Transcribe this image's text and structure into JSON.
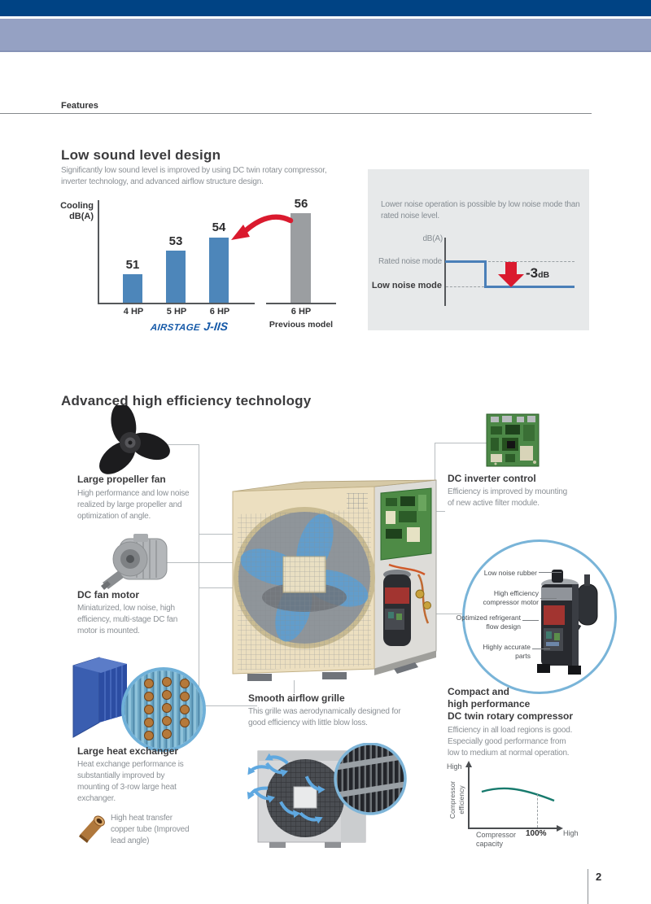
{
  "features_label": "Features",
  "page_number": "2",
  "low_sound": {
    "title": "Low sound level design",
    "intro_lines": [
      "Significantly low sound level is improved by using DC twin rotary compressor,",
      "inverter technology, and advanced airflow structure design."
    ],
    "axis_title_lines": [
      "Cooling",
      "dB(A)"
    ],
    "brand": {
      "name": "AIRSTAGE",
      "model": "J-IIS"
    },
    "previous_model_label": "Previous model",
    "panel": {
      "text_lines": [
        "Lower noise operation is possible by low noise mode than",
        "rated noise level."
      ]
    }
  },
  "chart_data": [
    {
      "type": "bar",
      "title": "Cooling dB(A)",
      "ylabel": "Cooling dB(A)",
      "categories": [
        "4 HP",
        "5 HP",
        "6 HP",
        "6 HP"
      ],
      "values": [
        51,
        53,
        54,
        56
      ],
      "series_groups": [
        "AIRSTAGE J-IIS",
        "Previous model"
      ],
      "bar_colors": [
        "#4d86ba",
        "#4d86ba",
        "#4d86ba",
        "#9b9ea1"
      ],
      "annotation": "red arrow from previous model 56 bar to 54 bar"
    },
    {
      "type": "line",
      "y_axis_label": "dB(A)",
      "levels": [
        "Rated noise mode",
        "Low noise mode"
      ],
      "annotation_value": "-3",
      "annotation_unit": "dB",
      "line_color": "#4a7fb8"
    },
    {
      "type": "line",
      "ylabel_lines": [
        "Compressor",
        "efficiency"
      ],
      "xlabel_lines": [
        "Compressor",
        "capacity"
      ],
      "x_tick": "100%",
      "x_axis_end": "High",
      "y_axis_end": "High",
      "curve_color": "#177a6d",
      "shape": "gently declining efficiency curve passing 100% capacity"
    }
  ],
  "advanced": {
    "title": "Advanced high efficiency technology",
    "propeller": {
      "title": "Large propeller fan",
      "body_lines": [
        "High performance and low noise",
        "realized by large propeller and",
        "optimization of angle."
      ]
    },
    "motor": {
      "title": "DC fan motor",
      "body_lines": [
        "Miniaturized, low noise, high",
        "efficiency, multi-stage DC fan",
        "motor is mounted."
      ]
    },
    "heat_exchanger": {
      "title": "Large heat exchanger",
      "body_lines": [
        "Heat exchange performance is",
        "substantially improved by",
        "mounting of 3-row large heat",
        "exchanger."
      ],
      "note_lines": [
        "High heat transfer",
        "copper tube (Improved",
        "lead angle)"
      ]
    },
    "inverter": {
      "title": "DC inverter control",
      "body_lines": [
        "Efficiency is improved by mounting",
        "of new active filter module."
      ]
    },
    "grille": {
      "title": "Smooth airflow grille",
      "body_lines": [
        "This grille was aerodynamically designed for",
        "good efficiency with little blow loss."
      ]
    },
    "compressor": {
      "title_lines": [
        "Compact and",
        "high performance",
        "DC twin rotary compressor"
      ],
      "body_lines": [
        "Efficiency in all load regions is good.",
        "Especially good performance from",
        "low to medium at normal operation."
      ],
      "labels": [
        [
          "Low noise rubber"
        ],
        [
          "High efficiency",
          "compressor motor"
        ],
        [
          "Optimized refrigerant",
          "flow design"
        ],
        [
          "Highly accurate",
          "parts"
        ]
      ]
    }
  }
}
